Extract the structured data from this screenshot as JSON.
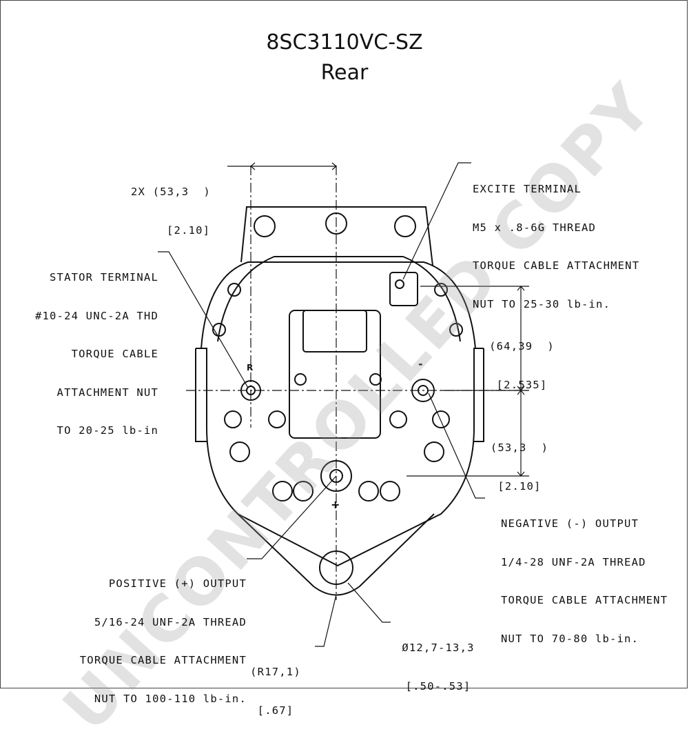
{
  "title": "8SC3110VC-SZ",
  "subtitle": "Rear",
  "watermark": "UNCONTROLLED COPY",
  "callouts": {
    "top_width": [
      "2X (53,3  )",
      "[2.10]"
    ],
    "excite": [
      "EXCITE TERMINAL",
      "M5 x .8-6G THREAD",
      "TORQUE CABLE ATTACHMENT",
      "NUT TO 25-30 lb-in."
    ],
    "stator": [
      "STATOR TERMINAL",
      "#10-24 UNC-2A THD",
      "TORQUE CABLE",
      "ATTACHMENT NUT",
      "TO 20-25 lb-in"
    ],
    "dim_64": [
      "(64,39  )",
      "[2.535]"
    ],
    "dim_53": [
      "(53,3  )",
      "[2.10]"
    ],
    "negative": [
      "NEGATIVE (-) OUTPUT",
      "1/4-28 UNF-2A THREAD",
      "TORQUE CABLE ATTACHMENT",
      "NUT TO 70-80 lb-in."
    ],
    "positive": [
      "POSITIVE (+) OUTPUT",
      "5/16-24 UNF-2A THREAD",
      "TORQUE CABLE ATTACHMENT",
      "NUT TO 100-110 lb-in."
    ],
    "hole_dia": [
      "Ø12,7-13,3",
      "[.50-.53]"
    ],
    "radius": [
      "(R17,1)",
      "[.67]"
    ]
  },
  "terminal_marks": {
    "stator": "R",
    "negative": "-",
    "positive": "+"
  }
}
